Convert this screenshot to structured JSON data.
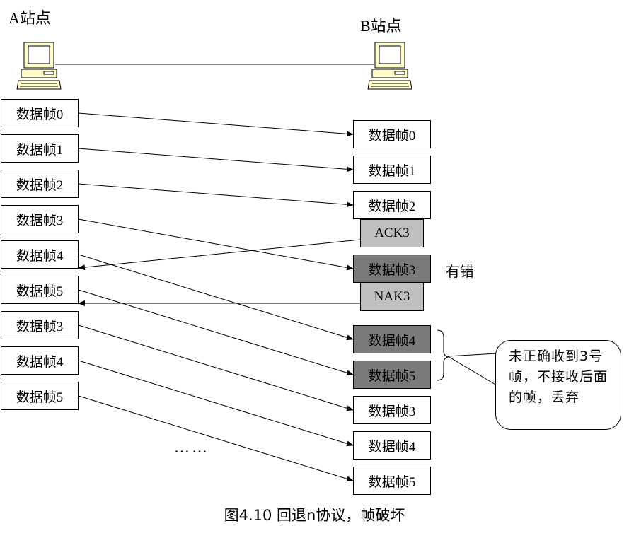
{
  "station_a": {
    "title": "A站点"
  },
  "station_b": {
    "title": "B站点"
  },
  "a_frames": [
    "数据帧0",
    "数据帧1",
    "数据帧2",
    "数据帧3",
    "数据帧4",
    "数据帧5",
    "数据帧3",
    "数据帧4",
    "数据帧5"
  ],
  "b_frames": [
    "数据帧0",
    "数据帧1",
    "数据帧2",
    "ACK3",
    "数据帧3",
    "NAK3",
    "数据帧4",
    "数据帧5",
    "数据帧3",
    "数据帧4",
    "数据帧5"
  ],
  "error_label": "有错",
  "callout_text": "未正确收到3号帧，不接收后面的帧，丢弃",
  "ellipsis": "……",
  "caption": "图4.10 回退n协议，帧破坏",
  "colors": {
    "damaged_frame": "#7a7a7a",
    "ack_nak": "#c0c0c0",
    "line": "#000000"
  }
}
